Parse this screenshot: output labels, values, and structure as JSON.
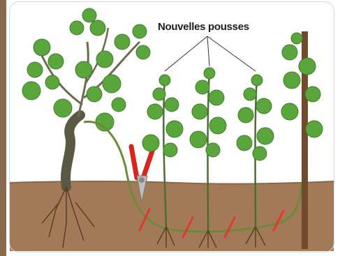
{
  "illustration": {
    "label": "Nouvelles pousses",
    "colors": {
      "soil": "#a37a58",
      "sky": "#ffffff",
      "leaf": "#5aa53c",
      "leaf_dark": "#3f7f2a",
      "trunk": "#5a5a44",
      "root": "#5a3e2a",
      "stake": "#6f4a2d",
      "shear_handle": "#d9261c",
      "stake_tag": "#e0392b"
    },
    "icons": [
      "pruning-shears-icon",
      "vine-plant",
      "new-shoots",
      "wooden-stake"
    ]
  }
}
